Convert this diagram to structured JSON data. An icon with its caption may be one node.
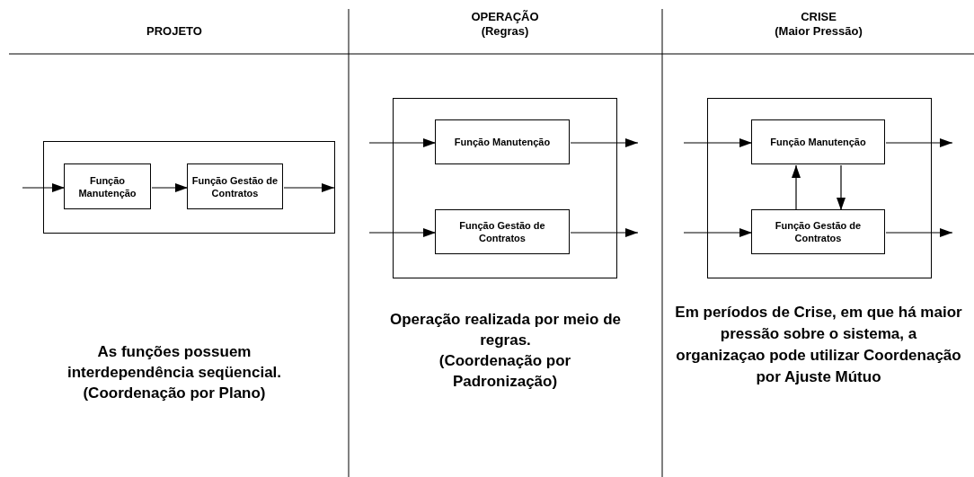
{
  "diagram": {
    "nodes": [
      {
        "text": [],
        "shape": "box"
      },
      {
        "text": [
          "Função Manutenção"
        ],
        "in": 0
      },
      {
        "text": [
          "Função Gestão de Contratos"
        ],
        "in": 0
      },
      {
        "text": [],
        "shape": "box"
      },
      {
        "text": [
          "Função Manutenção"
        ],
        "in": 3
      },
      {
        "text": [
          "Função Gestão de Contratos"
        ],
        "in": 3
      },
      {
        "text": [],
        "shape": "box"
      },
      {
        "text": [
          "Função Manutenção"
        ],
        "in": 6
      },
      {
        "text": [
          "Função Gestão de Contratos"
        ],
        "in": 6
      }
    ],
    "edges": [
      {
        "from": null,
        "to": 1,
        "arrow": "to"
      },
      {
        "from": 1,
        "to": 2,
        "arrow": "to"
      },
      {
        "from": 2,
        "to": null,
        "arrow": "to"
      },
      {
        "from": null,
        "to": 4,
        "arrow": "to"
      },
      {
        "from": 4,
        "to": null,
        "arrow": "to"
      },
      {
        "from": null,
        "to": 5,
        "arrow": "to"
      },
      {
        "from": 5,
        "to": null,
        "arrow": "to"
      },
      {
        "from": null,
        "to": 7,
        "arrow": "to"
      },
      {
        "from": 7,
        "to": null,
        "arrow": "to"
      },
      {
        "from": null,
        "to": 8,
        "arrow": "to"
      },
      {
        "from": 8,
        "to": null,
        "arrow": "to"
      },
      {
        "from": 8,
        "to": 7,
        "arrow": "to"
      },
      {
        "from": 7,
        "to": 8,
        "arrow": "to"
      }
    ],
    "labels": [
      "PROJETO",
      "OPERAÇÃO",
      "(Regras)",
      "CRISE",
      "(Maior Pressão)",
      "As funções possuem interdependência seqüencial.",
      "(Coordenação por Plano)",
      "Operação realizada por meio de regras.",
      "(Coordenação por Padronização)",
      "Em períodos de Crise, em que há maior pressão sobre o sistema, a organizaçao pode utilizar Coordenação por Ajuste Mútuo"
    ]
  }
}
